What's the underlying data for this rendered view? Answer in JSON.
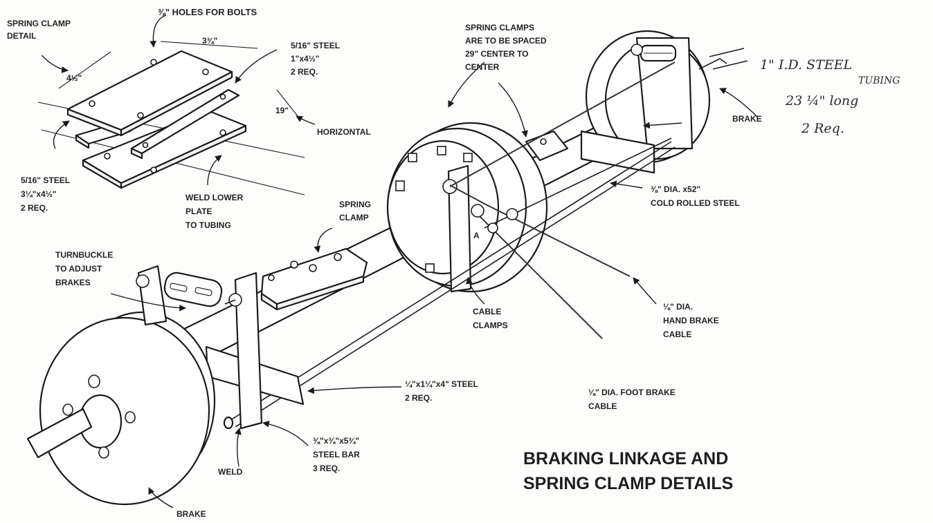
{
  "title": {
    "line1": "BRAKING LINKAGE AND",
    "line2": "SPRING CLAMP DETAILS"
  },
  "labels": {
    "holes_for_bolts": "⅜\" HOLES FOR BOLTS",
    "spring_clamp_detail_1": "SPRING CLAMP",
    "spring_clamp_detail_2": "DETAIL",
    "dim_3_3_4": "3¾\"",
    "dim_4_1_2": "4½\"",
    "dim_19": "19\"",
    "steel_upper_1": "5/16\" STEEL",
    "steel_upper_2": "1\"x4½\"",
    "steel_upper_3": "2 REQ.",
    "horizontal": "HORIZONTAL",
    "steel_lower_1": "5/16\" STEEL",
    "steel_lower_2": "3¼\"x4½\"",
    "steel_lower_3": "2 REQ.",
    "weld_lower_1": "WELD LOWER",
    "weld_lower_2": "PLATE",
    "weld_lower_3": "TO TUBING",
    "spacing_1": "SPRING CLAMPS",
    "spacing_2": "ARE TO BE SPACED",
    "spacing_3": "29\" CENTER TO",
    "spacing_4": "CENTER",
    "tubing_1": "1\" I.D. STEEL",
    "tubing_2": "TUBING",
    "tubing_3": "23 ¼\" long",
    "tubing_4": "2 Req.",
    "brake_right": "BRAKE",
    "rod_1": "⅜\" DIA. x52\"",
    "rod_2": "COLD ROLLED STEEL",
    "spring_clamp_1": "SPRING",
    "spring_clamp_2": "CLAMP",
    "turnbuckle_1": "TURNBUCKLE",
    "turnbuckle_2": "TO ADJUST",
    "turnbuckle_3": "BRAKES",
    "cable_clamps_1": "CABLE",
    "cable_clamps_2": "CLAMPS",
    "hand_brake_1": "⅛\" DIA.",
    "hand_brake_2": "HAND BRAKE",
    "hand_brake_3": "CABLE",
    "angle_steel_1": "¼\"x1¼\"x4\" STEEL",
    "angle_steel_2": "2 REQ.",
    "foot_brake_1": "⅛\" DIA. FOOT BRAKE",
    "foot_brake_2": "CABLE",
    "steel_bar_1": "⅜\"x¾\"x5¾\"",
    "steel_bar_2": "STEEL BAR",
    "steel_bar_3": "3 REQ.",
    "weld": "WELD",
    "brake_left": "BRAKE",
    "point_a": "A"
  }
}
